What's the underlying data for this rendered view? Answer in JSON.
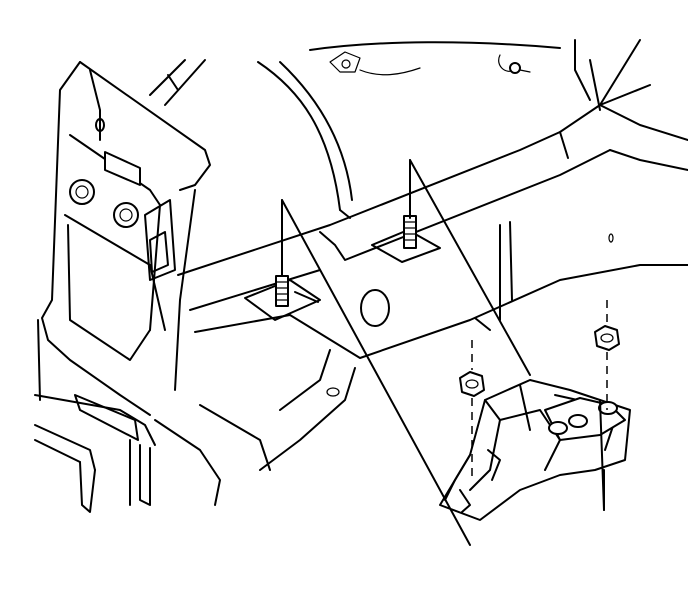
{
  "figure": {
    "type": "exploded-view line drawing",
    "components": [
      "engine-mount",
      "mount-nut-left",
      "mount-nut-right",
      "frame-stud-front",
      "frame-stud-rear",
      "frame-rail",
      "body-pillar",
      "wheelhouse"
    ]
  },
  "colors": {
    "line": "#000000",
    "background": "#ffffff"
  }
}
